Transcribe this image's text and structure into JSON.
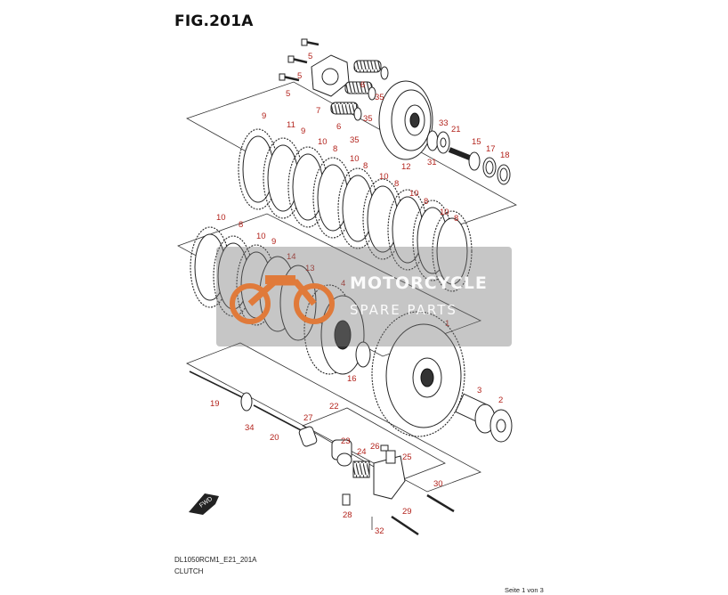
{
  "figure_title": "FIG.201A",
  "drawing_code": "DL1050RCM1_E21_201A",
  "caption": "CLUTCH",
  "page_indicator": "Seite 1 von 3",
  "fwd_label": "FWD",
  "watermark": {
    "line1": "MOTORCYCLE",
    "line2": "SPARE PARTS"
  },
  "callouts": {
    "c5a": "5",
    "c5b": "5",
    "c5c": "5",
    "c6a": "6",
    "c6b": "6",
    "c7": "7",
    "c35a": "35",
    "c35b": "35",
    "c35c": "35",
    "c12": "12",
    "c31": "31",
    "c33": "33",
    "c21": "21",
    "c15": "15",
    "c17": "17",
    "c18": "18",
    "c9a": "9",
    "c11": "11",
    "c9b": "9",
    "c10a": "10",
    "c8a": "8",
    "c10b": "10",
    "c8b": "8",
    "c10c": "10",
    "c8c": "8",
    "c10d": "10",
    "c8d": "8",
    "c10e": "10",
    "c8e": "8",
    "c10f": "10",
    "c8f": "8",
    "c10g": "10",
    "c9c": "9",
    "c14": "14",
    "c13": "13",
    "c4": "4",
    "c1": "1",
    "c16": "16",
    "c3": "3",
    "c2": "2",
    "c19": "19",
    "c34": "34",
    "c20": "20",
    "c27": "27",
    "c22": "22",
    "c23": "23",
    "c26": "26",
    "c24": "24",
    "c25": "25",
    "c30": "30",
    "c28": "28",
    "c29": "29",
    "c32": "32"
  },
  "colors": {
    "callout": "#b3241d",
    "line": "#333333",
    "watermark_accent": "#e07a3a"
  }
}
